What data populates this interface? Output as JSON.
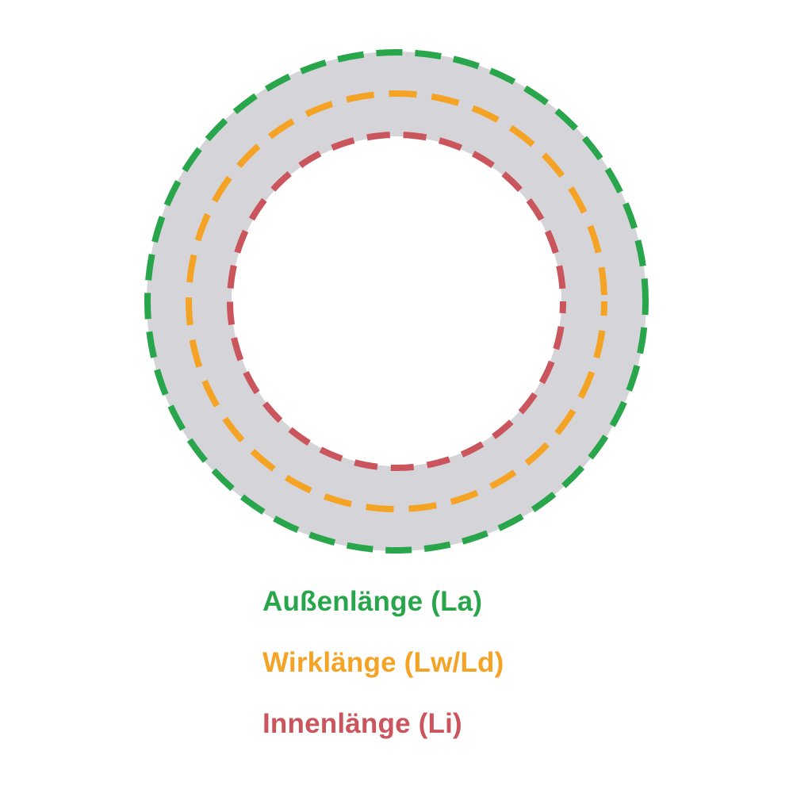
{
  "colors": {
    "background": "#ffffff",
    "belt_body": "#d4d4d9",
    "outer_la": "#29a64b",
    "effective_lw": "#f5a324",
    "inner_li": "#ca555c"
  },
  "legend": {
    "outer": {
      "label": "Außenlänge (La)"
    },
    "effective": {
      "label": "Wirklänge (Lw/Ld)"
    },
    "inner": {
      "label": "Innenlänge (Li)"
    }
  }
}
